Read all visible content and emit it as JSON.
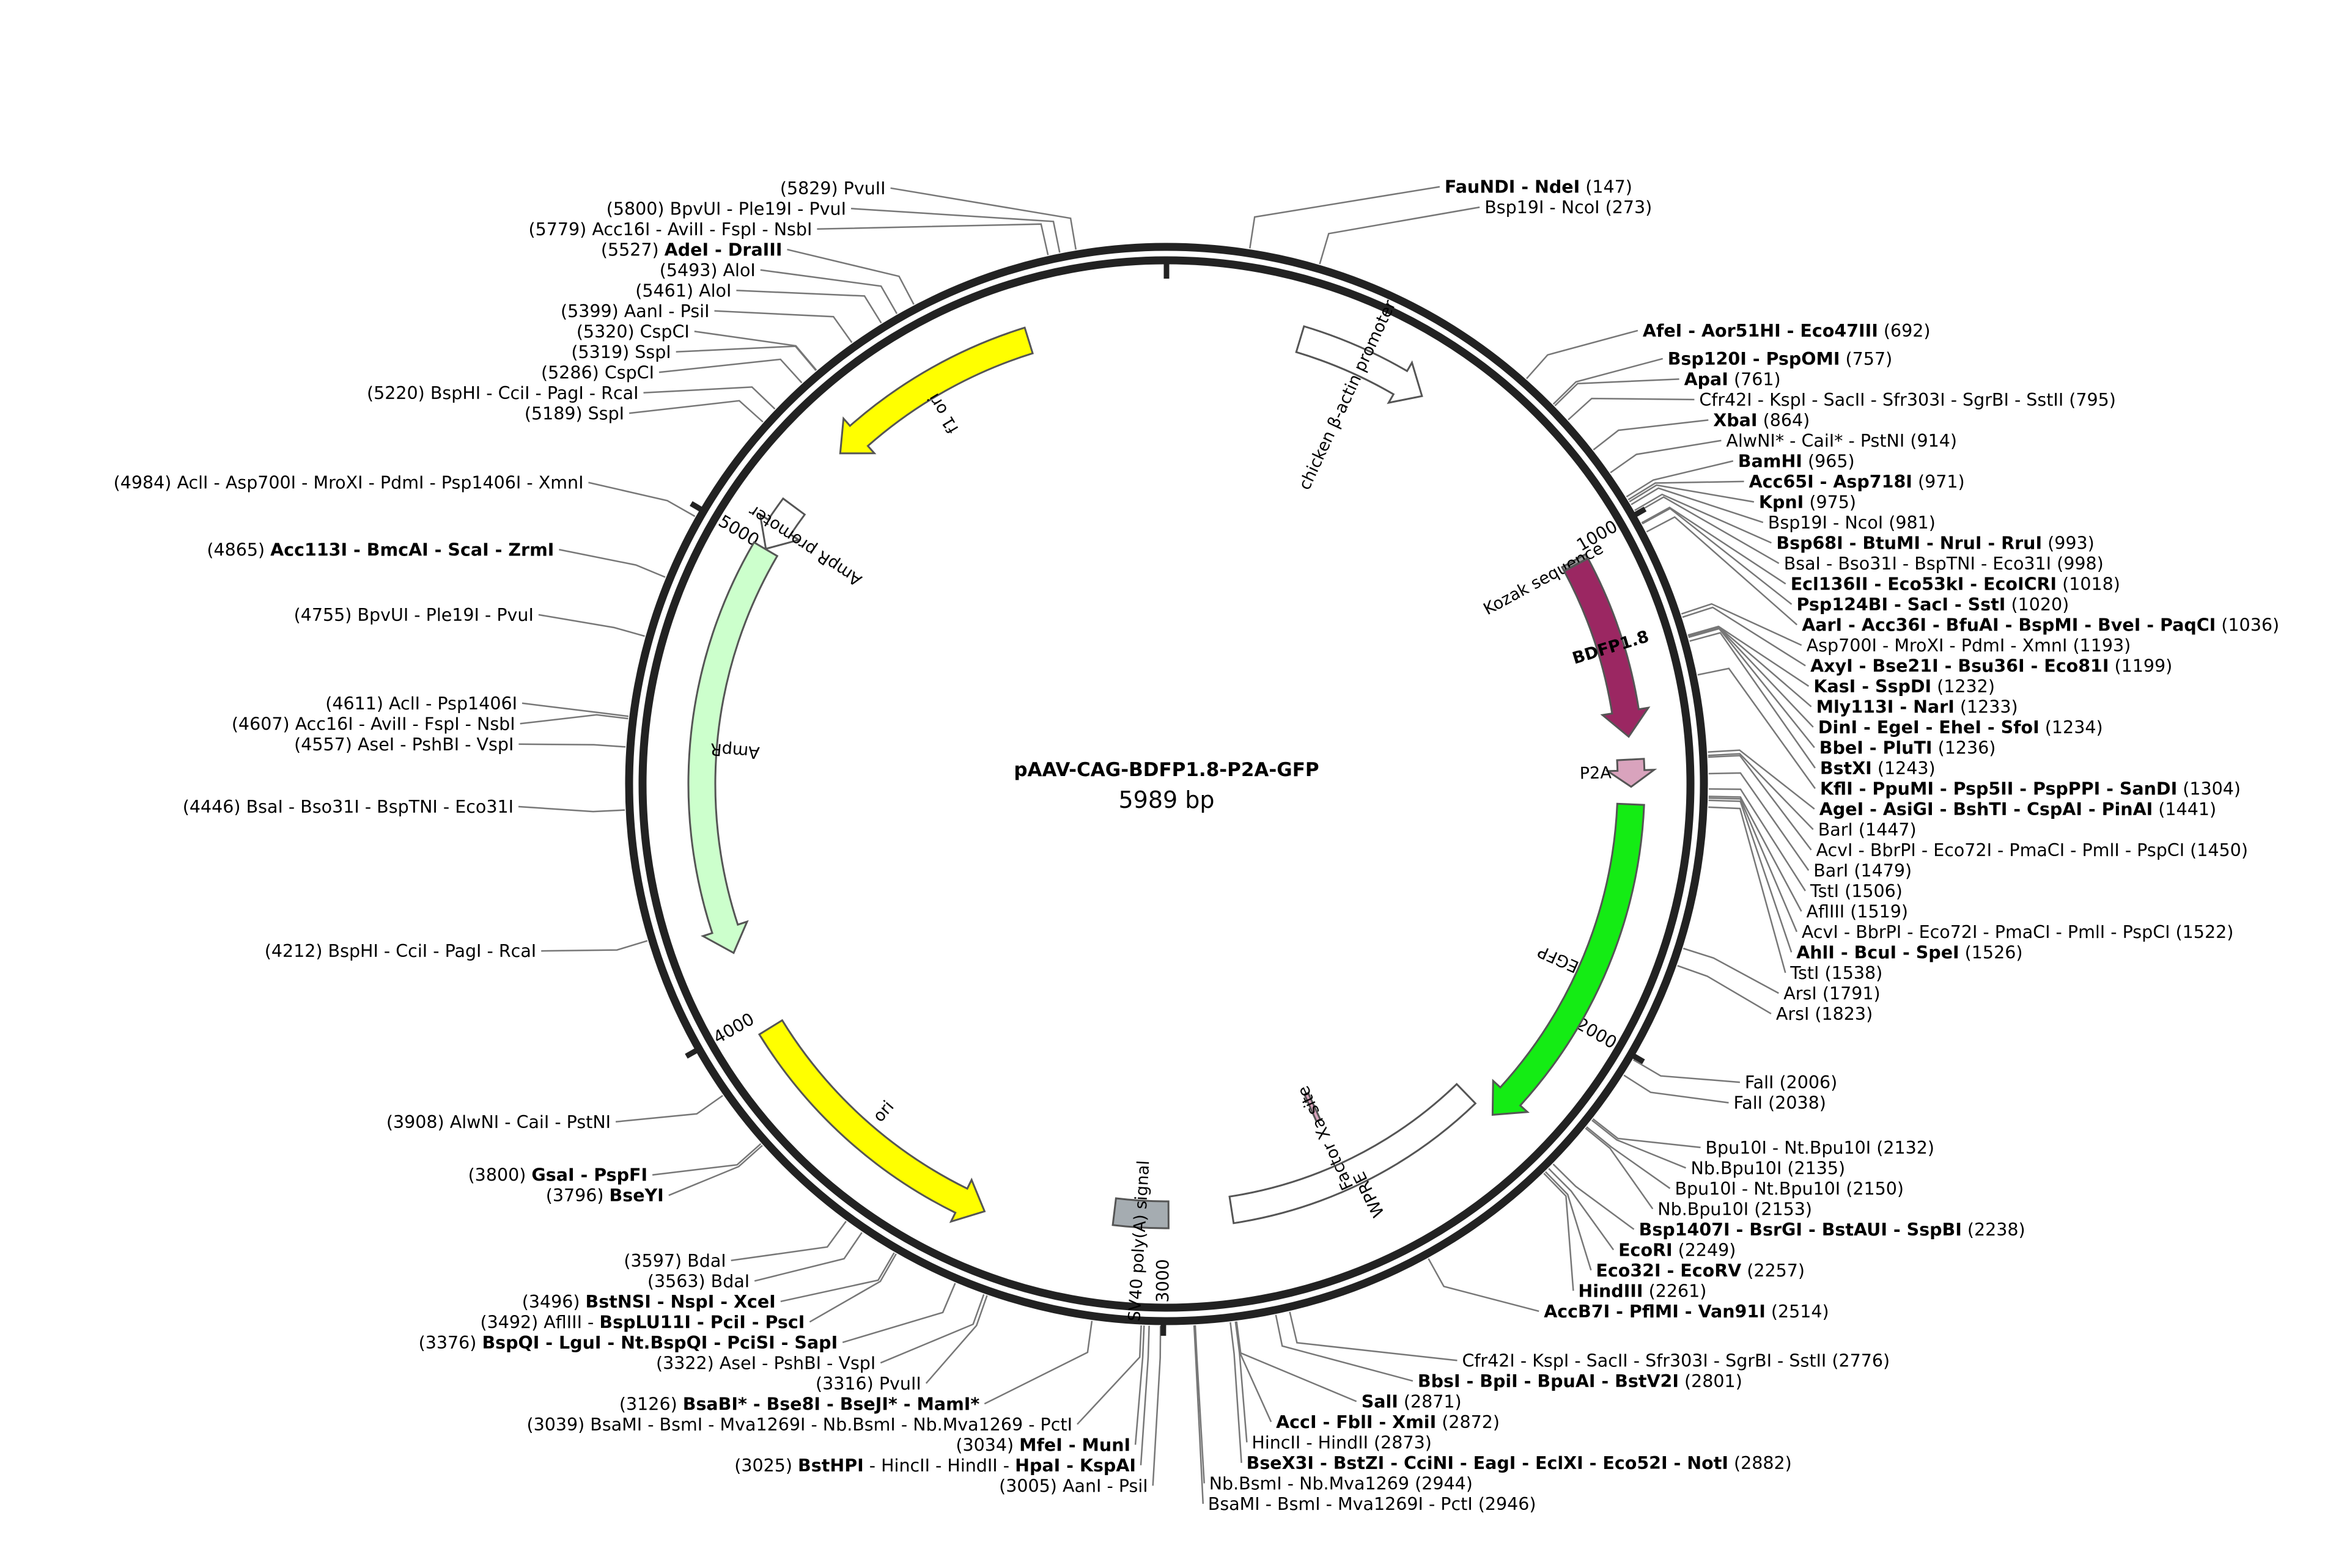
{
  "plasmid": {
    "name": "pAAV-CAG-BDFP1.8-P2A-GFP",
    "size_label": "5989 bp",
    "length_bp": 5989
  },
  "ticks": [
    {
      "bp": 0,
      "label": ""
    },
    {
      "bp": 1000,
      "label": "1000"
    },
    {
      "bp": 2000,
      "label": "2000"
    },
    {
      "bp": 3000,
      "label": "3000"
    },
    {
      "bp": 4000,
      "label": "4000"
    },
    {
      "bp": 5000,
      "label": "5000"
    }
  ],
  "features": [
    {
      "name": "chicken β-actin promoter",
      "start": 278,
      "end": 555,
      "strand": 1,
      "color": "#ffffff",
      "shape": "arrow"
    },
    {
      "name": "Kozak sequence",
      "start": 1019,
      "end": 1028,
      "strand": 1,
      "color": "#9c9e9e",
      "shape": "box"
    },
    {
      "name": "BDFP1.8",
      "start": 1029,
      "end": 1400,
      "strand": 1,
      "color": "#9b2762",
      "shape": "arrow",
      "inside_label": true
    },
    {
      "name": "P2A",
      "start": 1447,
      "end": 1503,
      "strand": 1,
      "color": "#d9a3bd",
      "shape": "arrow"
    },
    {
      "name": "EGFP",
      "start": 1539,
      "end": 2253,
      "strand": 1,
      "color": "#14ec14",
      "shape": "arrow"
    },
    {
      "name": "WPRE",
      "start": 2262,
      "end": 2850,
      "strand": 1,
      "color": "#ffffff",
      "shape": "box"
    },
    {
      "name": "Factor Xa site",
      "start": 2585,
      "end": 2596,
      "strand": 1,
      "color": "#d9a3bd",
      "shape": "box"
    },
    {
      "name": "SV40 poly(A) signal",
      "start": 2990,
      "end": 3110,
      "strand": 1,
      "color": "#a5acb1",
      "shape": "box"
    },
    {
      "name": "ori",
      "start": 3378,
      "end": 3966,
      "strand": -1,
      "color": "#ffff00",
      "shape": "arrow"
    },
    {
      "name": "AmpR",
      "start": 4137,
      "end": 4997,
      "strand": -1,
      "color": "#ccffcc",
      "shape": "arrow"
    },
    {
      "name": "AmpR promoter",
      "start": 4998,
      "end": 5102,
      "strand": -1,
      "color": "#ffffff",
      "shape": "arrow"
    },
    {
      "name": "f1 ori",
      "start": 5247,
      "end": 5702,
      "strand": -1,
      "color": "#ffff00",
      "shape": "arrow"
    }
  ],
  "sites": [
    {
      "pos": 147,
      "parts": [
        [
          "FauNDI - NdeI",
          true
        ],
        [
          "  (147)",
          false
        ]
      ]
    },
    {
      "pos": 273,
      "parts": [
        [
          "Bsp19I - NcoI  (273)",
          false
        ]
      ]
    },
    {
      "pos": 692,
      "parts": [
        [
          "AfeI - Aor51HI - Eco47III",
          true
        ],
        [
          "  (692)",
          false
        ]
      ]
    },
    {
      "pos": 757,
      "parts": [
        [
          "Bsp120I - PspOMI",
          true
        ],
        [
          "  (757)",
          false
        ]
      ]
    },
    {
      "pos": 761,
      "parts": [
        [
          "ApaI",
          true
        ],
        [
          "  (761)",
          false
        ]
      ]
    },
    {
      "pos": 795,
      "parts": [
        [
          "Cfr42I - KspI - SacII - Sfr303I - SgrBI - SstII  (795)",
          false
        ]
      ]
    },
    {
      "pos": 864,
      "parts": [
        [
          "XbaI",
          true
        ],
        [
          "  (864)",
          false
        ]
      ]
    },
    {
      "pos": 914,
      "parts": [
        [
          "AlwNI* - CaiI* - PstNI  (914)",
          false
        ]
      ]
    },
    {
      "pos": 965,
      "parts": [
        [
          "BamHI",
          true
        ],
        [
          "  (965)",
          false
        ]
      ]
    },
    {
      "pos": 971,
      "parts": [
        [
          "Acc65I - Asp718I",
          true
        ],
        [
          "  (971)",
          false
        ]
      ]
    },
    {
      "pos": 975,
      "parts": [
        [
          "KpnI",
          true
        ],
        [
          "  (975)",
          false
        ]
      ]
    },
    {
      "pos": 981,
      "parts": [
        [
          "Bsp19I - NcoI  (981)",
          false
        ]
      ]
    },
    {
      "pos": 993,
      "parts": [
        [
          "Bsp68I - BtuMI - NruI - RruI",
          true
        ],
        [
          "  (993)",
          false
        ]
      ]
    },
    {
      "pos": 998,
      "parts": [
        [
          "BsaI - Bso31I - BspTNI - Eco31I  (998)",
          false
        ]
      ]
    },
    {
      "pos": 1018,
      "parts": [
        [
          "Ecl136II - Eco53kI - EcoICRI",
          true
        ],
        [
          "  (1018)",
          false
        ]
      ]
    },
    {
      "pos": 1020,
      "parts": [
        [
          "Psp124BI - SacI - SstI",
          true
        ],
        [
          "  (1020)",
          false
        ]
      ]
    },
    {
      "pos": 1036,
      "parts": [
        [
          "AarI - Acc36I - BfuAI - BspMI - BveI - PaqCI",
          true
        ],
        [
          "  (1036)",
          false
        ]
      ]
    },
    {
      "pos": 1193,
      "parts": [
        [
          "Asp700I - MroXI - PdmI - XmnI  (1193)",
          false
        ]
      ]
    },
    {
      "pos": 1199,
      "parts": [
        [
          "AxyI - Bse21I - Bsu36I - Eco81I",
          true
        ],
        [
          "  (1199)",
          false
        ]
      ]
    },
    {
      "pos": 1232,
      "parts": [
        [
          "KasI - SspDI",
          true
        ],
        [
          "  (1232)",
          false
        ]
      ]
    },
    {
      "pos": 1233,
      "parts": [
        [
          "Mly113I - NarI",
          true
        ],
        [
          "  (1233)",
          false
        ]
      ]
    },
    {
      "pos": 1234,
      "parts": [
        [
          "DinI - EgeI - EheI - SfoI",
          true
        ],
        [
          "  (1234)",
          false
        ]
      ]
    },
    {
      "pos": 1236,
      "parts": [
        [
          "BbeI - PluTI",
          true
        ],
        [
          "  (1236)",
          false
        ]
      ]
    },
    {
      "pos": 1243,
      "parts": [
        [
          "BstXI",
          true
        ],
        [
          "  (1243)",
          false
        ]
      ]
    },
    {
      "pos": 1304,
      "parts": [
        [
          "KflI - PpuMI - Psp5II - PspPPI - SanDI",
          true
        ],
        [
          "  (1304)",
          false
        ]
      ]
    },
    {
      "pos": 1441,
      "parts": [
        [
          "AgeI - AsiGI - BshTI - CspAI - PinAI",
          true
        ],
        [
          "  (1441)",
          false
        ]
      ]
    },
    {
      "pos": 1447,
      "parts": [
        [
          "BarI  (1447)",
          false
        ]
      ]
    },
    {
      "pos": 1450,
      "parts": [
        [
          "AcvI - BbrPI - Eco72I - PmaCI - PmlI - PspCI  (1450)",
          false
        ]
      ]
    },
    {
      "pos": 1479,
      "parts": [
        [
          "BarI  (1479)",
          false
        ]
      ]
    },
    {
      "pos": 1506,
      "parts": [
        [
          "TstI  (1506)",
          false
        ]
      ]
    },
    {
      "pos": 1519,
      "parts": [
        [
          "AflIII  (1519)",
          false
        ]
      ]
    },
    {
      "pos": 1522,
      "parts": [
        [
          "AcvI - BbrPI - Eco72I - PmaCI - PmlI - PspCI  (1522)",
          false
        ]
      ]
    },
    {
      "pos": 1526,
      "parts": [
        [
          "AhlI - BcuI - SpeI",
          true
        ],
        [
          "  (1526)",
          false
        ]
      ]
    },
    {
      "pos": 1538,
      "parts": [
        [
          "TstI  (1538)",
          false
        ]
      ]
    },
    {
      "pos": 1791,
      "parts": [
        [
          "ArsI  (1791)",
          false
        ]
      ]
    },
    {
      "pos": 1823,
      "parts": [
        [
          "ArsI  (1823)",
          false
        ]
      ]
    },
    {
      "pos": 2006,
      "parts": [
        [
          "FalI  (2006)",
          false
        ]
      ]
    },
    {
      "pos": 2038,
      "parts": [
        [
          "FalI  (2038)",
          false
        ]
      ]
    },
    {
      "pos": 2132,
      "parts": [
        [
          "Bpu10I - Nt.Bpu10I  (2132)",
          false
        ]
      ]
    },
    {
      "pos": 2135,
      "parts": [
        [
          "Nb.Bpu10I  (2135)",
          false
        ]
      ]
    },
    {
      "pos": 2150,
      "parts": [
        [
          "Bpu10I - Nt.Bpu10I  (2150)",
          false
        ]
      ]
    },
    {
      "pos": 2153,
      "parts": [
        [
          "Nb.Bpu10I  (2153)",
          false
        ]
      ]
    },
    {
      "pos": 2238,
      "parts": [
        [
          "Bsp1407I - BsrGI - BstAUI - SspBI",
          true
        ],
        [
          "  (2238)",
          false
        ]
      ]
    },
    {
      "pos": 2249,
      "parts": [
        [
          "EcoRI",
          true
        ],
        [
          "  (2249)",
          false
        ]
      ]
    },
    {
      "pos": 2257,
      "parts": [
        [
          "Eco32I - EcoRV",
          true
        ],
        [
          "  (2257)",
          false
        ]
      ]
    },
    {
      "pos": 2261,
      "parts": [
        [
          "HindIII",
          true
        ],
        [
          "  (2261)",
          false
        ]
      ]
    },
    {
      "pos": 2514,
      "parts": [
        [
          "AccB7I - PflMI - Van91I",
          true
        ],
        [
          "  (2514)",
          false
        ]
      ]
    },
    {
      "pos": 2776,
      "parts": [
        [
          "Cfr42I - KspI - SacII - Sfr303I - SgrBI - SstII  (2776)",
          false
        ]
      ]
    },
    {
      "pos": 2801,
      "parts": [
        [
          "BbsI - BpiI - BpuAI - BstV2I",
          true
        ],
        [
          "  (2801)",
          false
        ]
      ]
    },
    {
      "pos": 2871,
      "parts": [
        [
          "SalI",
          true
        ],
        [
          "  (2871)",
          false
        ]
      ]
    },
    {
      "pos": 2872,
      "parts": [
        [
          "AccI - FblI - XmiI",
          true
        ],
        [
          "  (2872)",
          false
        ]
      ]
    },
    {
      "pos": 2873,
      "parts": [
        [
          "HincII - HindII  (2873)",
          false
        ]
      ]
    },
    {
      "pos": 2882,
      "parts": [
        [
          "BseX3I - BstZI - CciNI - EagI - EclXI - Eco52I - NotI",
          true
        ],
        [
          "  (2882)",
          false
        ]
      ]
    },
    {
      "pos": 2944,
      "parts": [
        [
          "Nb.BsmI - Nb.Mva1269  (2944)",
          false
        ]
      ]
    },
    {
      "pos": 2946,
      "parts": [
        [
          "BsaMI - BsmI - Mva1269I - PctI  (2946)",
          false
        ]
      ]
    },
    {
      "pos": 3005,
      "parts": [
        [
          "(3005)  AanI - PsiI",
          false
        ]
      ]
    },
    {
      "pos": 3025,
      "parts": [
        [
          "(3025)  ",
          false
        ],
        [
          "BstHPI",
          true
        ],
        [
          " - HincII - HindII - ",
          false
        ],
        [
          "HpaI - KspAI",
          true
        ]
      ]
    },
    {
      "pos": 3034,
      "parts": [
        [
          "(3034)  ",
          false
        ],
        [
          "MfeI - MunI",
          true
        ]
      ]
    },
    {
      "pos": 3039,
      "parts": [
        [
          "(3039)  BsaMI - BsmI - Mva1269I - Nb.BsmI - Nb.Mva1269 - PctI",
          false
        ]
      ]
    },
    {
      "pos": 3126,
      "parts": [
        [
          "(3126)  ",
          false
        ],
        [
          "BsaBI* - Bse8I - BseJI* - MamI*",
          true
        ]
      ]
    },
    {
      "pos": 3316,
      "parts": [
        [
          "(3316)  PvuII",
          false
        ]
      ]
    },
    {
      "pos": 3322,
      "parts": [
        [
          "(3322)  AseI - PshBI - VspI",
          false
        ]
      ]
    },
    {
      "pos": 3376,
      "parts": [
        [
          "(3376)  ",
          false
        ],
        [
          "BspQI - LguI - Nt.BspQI - PciSI - SapI",
          true
        ]
      ]
    },
    {
      "pos": 3492,
      "parts": [
        [
          "(3492)  AflIII - ",
          false
        ],
        [
          "BspLU11I - PciI - PscI",
          true
        ]
      ]
    },
    {
      "pos": 3496,
      "parts": [
        [
          "(3496)  ",
          false
        ],
        [
          "BstNSI - NspI - XceI",
          true
        ]
      ]
    },
    {
      "pos": 3563,
      "parts": [
        [
          "(3563)  BdaI",
          false
        ]
      ]
    },
    {
      "pos": 3597,
      "parts": [
        [
          "(3597)  BdaI",
          false
        ]
      ]
    },
    {
      "pos": 3796,
      "parts": [
        [
          "(3796)  ",
          false
        ],
        [
          "BseYI",
          true
        ]
      ]
    },
    {
      "pos": 3800,
      "parts": [
        [
          "(3800)  ",
          false
        ],
        [
          "GsaI - PspFI",
          true
        ]
      ]
    },
    {
      "pos": 3908,
      "parts": [
        [
          "(3908)  AlwNI - CaiI - PstNI",
          false
        ]
      ]
    },
    {
      "pos": 4212,
      "parts": [
        [
          "(4212)  BspHI - CciI - PagI - RcaI",
          false
        ]
      ]
    },
    {
      "pos": 4446,
      "parts": [
        [
          "(4446)  BsaI - Bso31I - BspTNI - Eco31I",
          false
        ]
      ]
    },
    {
      "pos": 4557,
      "parts": [
        [
          "(4557)  AseI - PshBI - VspI",
          false
        ]
      ]
    },
    {
      "pos": 4607,
      "parts": [
        [
          "(4607)  Acc16I - AviII - FspI - NsbI",
          false
        ]
      ]
    },
    {
      "pos": 4611,
      "parts": [
        [
          "(4611)  AclI - Psp1406I",
          false
        ]
      ]
    },
    {
      "pos": 4755,
      "parts": [
        [
          "(4755)  BpvUI - Ple19I - PvuI",
          false
        ]
      ]
    },
    {
      "pos": 4865,
      "parts": [
        [
          "(4865)  ",
          false
        ],
        [
          "Acc113I - BmcAI - ScaI - ZrmI",
          true
        ]
      ]
    },
    {
      "pos": 4984,
      "parts": [
        [
          "(4984)  AclI - Asp700I - MroXI - PdmI - Psp1406I - XmnI",
          false
        ]
      ]
    },
    {
      "pos": 5189,
      "parts": [
        [
          "(5189)  SspI",
          false
        ]
      ]
    },
    {
      "pos": 5220,
      "parts": [
        [
          "(5220)  BspHI - CciI - PagI - RcaI",
          false
        ]
      ]
    },
    {
      "pos": 5286,
      "parts": [
        [
          "(5286)  CspCI",
          false
        ]
      ]
    },
    {
      "pos": 5319,
      "parts": [
        [
          "(5319)  SspI",
          false
        ]
      ]
    },
    {
      "pos": 5320,
      "parts": [
        [
          "(5320)  CspCI",
          false
        ]
      ]
    },
    {
      "pos": 5399,
      "parts": [
        [
          "(5399)  AanI - PsiI",
          false
        ]
      ]
    },
    {
      "pos": 5461,
      "parts": [
        [
          "(5461)  AloI",
          false
        ]
      ]
    },
    {
      "pos": 5493,
      "parts": [
        [
          "(5493)  AloI",
          false
        ]
      ]
    },
    {
      "pos": 5527,
      "parts": [
        [
          "(5527)  ",
          false
        ],
        [
          "AdeI - DraIII",
          true
        ]
      ]
    },
    {
      "pos": 5779,
      "parts": [
        [
          "(5779)  Acc16I - AviII - FspI - NsbI",
          false
        ]
      ]
    },
    {
      "pos": 5800,
      "parts": [
        [
          "(5800)  BpvUI - Ple19I - PvuI",
          false
        ]
      ]
    },
    {
      "pos": 5829,
      "parts": [
        [
          "(5829)  PvuII",
          false
        ]
      ]
    }
  ]
}
